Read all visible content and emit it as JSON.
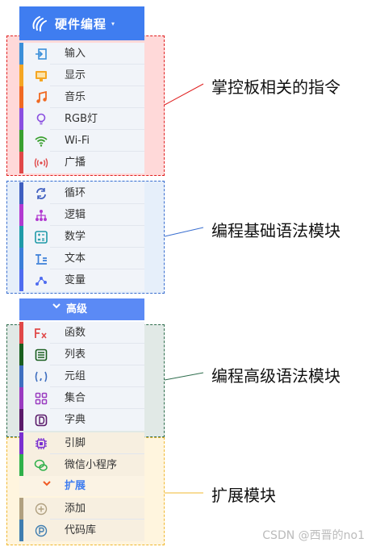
{
  "header": {
    "title": "硬件编程",
    "caret": "▾"
  },
  "groups": {
    "board": {
      "annotation": "掌控板相关的指令",
      "items": [
        {
          "label": "输入",
          "color": "#3b8fd9",
          "icon": "input-icon"
        },
        {
          "label": "显示",
          "color": "#f5a623",
          "icon": "display-icon"
        },
        {
          "label": "音乐",
          "color": "#f06a23",
          "icon": "music-icon"
        },
        {
          "label": "RGB灯",
          "color": "#8a4fe0",
          "icon": "bulb-icon"
        },
        {
          "label": "Wi-Fi",
          "color": "#3aa02f",
          "icon": "wifi-icon"
        },
        {
          "label": "广播",
          "color": "#e04848",
          "icon": "broadcast-icon"
        }
      ]
    },
    "basic": {
      "annotation": "编程基础语法模块",
      "items": [
        {
          "label": "循环",
          "color": "#3f5fc0",
          "icon": "loop-icon"
        },
        {
          "label": "逻辑",
          "color": "#b23ad0",
          "icon": "logic-icon"
        },
        {
          "label": "数学",
          "color": "#1f9aa8",
          "icon": "math-icon"
        },
        {
          "label": "文本",
          "color": "#3b7fd9",
          "icon": "text-icon"
        },
        {
          "label": "变量",
          "color": "#4f6cf0",
          "icon": "variable-icon"
        }
      ]
    },
    "advanced": {
      "label": "高级",
      "annotation": "编程高级语法模块",
      "items": [
        {
          "label": "函数",
          "color": "#e04848",
          "icon": "function-icon"
        },
        {
          "label": "列表",
          "color": "#1a5e1f",
          "icon": "list-icon"
        },
        {
          "label": "元组",
          "color": "#3f6fc0",
          "icon": "tuple-icon"
        },
        {
          "label": "集合",
          "color": "#9a3ac0",
          "icon": "set-icon"
        },
        {
          "label": "字典",
          "color": "#5a1a6a",
          "icon": "dict-icon"
        }
      ]
    },
    "extension": {
      "annotation": "扩展模块",
      "items_top": [
        {
          "label": "引脚",
          "color": "#7a2fd0",
          "icon": "pin-icon"
        },
        {
          "label": "微信小程序",
          "color": "#2fb04a",
          "icon": "wechat-icon"
        }
      ],
      "expand_label": "扩展",
      "items_bottom": [
        {
          "label": "添加",
          "color": "#b0a080",
          "icon": "add-icon"
        },
        {
          "label": "代码库",
          "color": "#3f7db0",
          "icon": "library-icon"
        }
      ]
    }
  },
  "watermark": "CSDN @西晋的no1"
}
